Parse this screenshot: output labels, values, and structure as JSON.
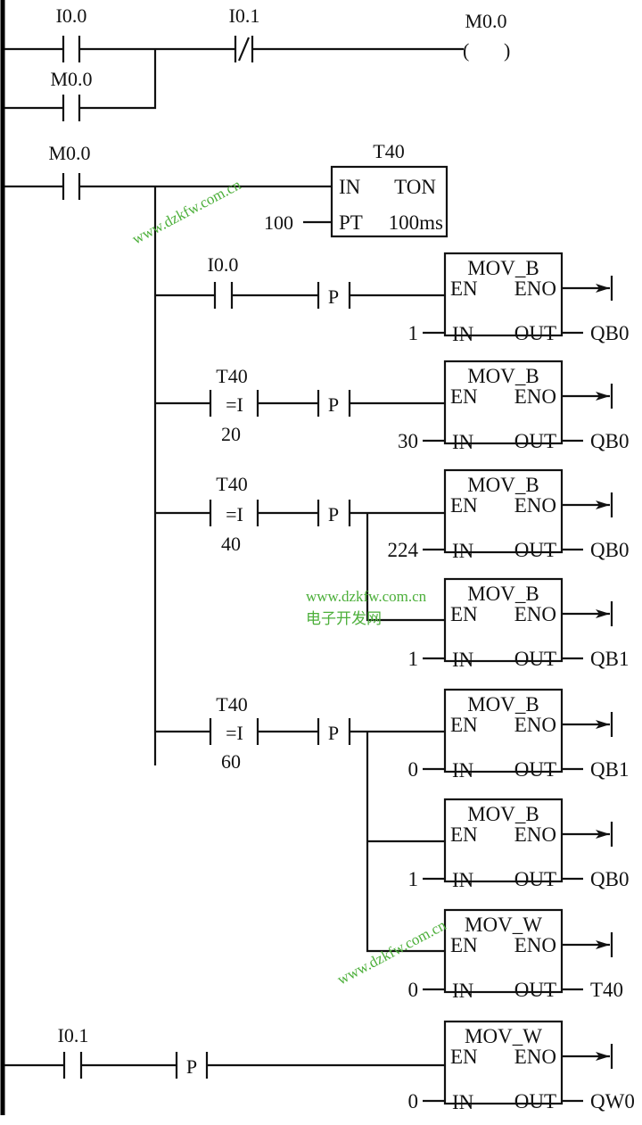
{
  "diagram": {
    "type": "PLC ladder diagram",
    "networks": [
      {
        "id": 1,
        "contacts": [
          {
            "kind": "NO",
            "address": "I0.0",
            "branch": "main"
          },
          {
            "kind": "NO",
            "address": "M0.0",
            "branch": "parallel"
          },
          {
            "kind": "NC",
            "address": "I0.1",
            "branch": "series"
          }
        ],
        "coil": {
          "address": "M0.0",
          "symbol": "(   )"
        }
      },
      {
        "id": 2,
        "input_contact": {
          "kind": "NO",
          "address": "M0.0"
        },
        "timer": {
          "name": "T40",
          "type": "TON",
          "in_pin": "IN",
          "pt_pin": "PT",
          "resolution": "100ms",
          "preset": "100"
        },
        "branches": [
          {
            "condition": {
              "kind": "NO",
              "address": "I0.0"
            },
            "edge": "P",
            "blocks": [
              {
                "title": "MOV_B",
                "en": "EN",
                "eno": "ENO",
                "in_pin": "IN",
                "out_pin": "OUT",
                "in_value": "1",
                "out_value": "QB0"
              }
            ]
          },
          {
            "condition": {
              "kind": "compare",
              "operand": "T40",
              "operator": "=I",
              "value": "20"
            },
            "edge": "P",
            "blocks": [
              {
                "title": "MOV_B",
                "en": "EN",
                "eno": "ENO",
                "in_pin": "IN",
                "out_pin": "OUT",
                "in_value": "30",
                "out_value": "QB0"
              }
            ]
          },
          {
            "condition": {
              "kind": "compare",
              "operand": "T40",
              "operator": "=I",
              "value": "40"
            },
            "edge": "P",
            "blocks": [
              {
                "title": "MOV_B",
                "en": "EN",
                "eno": "ENO",
                "in_pin": "IN",
                "out_pin": "OUT",
                "in_value": "224",
                "out_value": "QB0"
              },
              {
                "title": "MOV_B",
                "en": "EN",
                "eno": "ENO",
                "in_pin": "IN",
                "out_pin": "OUT",
                "in_value": "1",
                "out_value": "QB1"
              }
            ]
          },
          {
            "condition": {
              "kind": "compare",
              "operand": "T40",
              "operator": "=I",
              "value": "60"
            },
            "edge": "P",
            "blocks": [
              {
                "title": "MOV_B",
                "en": "EN",
                "eno": "ENO",
                "in_pin": "IN",
                "out_pin": "OUT",
                "in_value": "0",
                "out_value": "QB1"
              },
              {
                "title": "MOV_B",
                "en": "EN",
                "eno": "ENO",
                "in_pin": "IN",
                "out_pin": "OUT",
                "in_value": "1",
                "out_value": "QB0"
              },
              {
                "title": "MOV_W",
                "en": "EN",
                "eno": "ENO",
                "in_pin": "IN",
                "out_pin": "OUT",
                "in_value": "0",
                "out_value": "T40"
              }
            ]
          }
        ]
      },
      {
        "id": 3,
        "input_contact": {
          "kind": "NO",
          "address": "I0.1"
        },
        "edge": "P",
        "blocks": [
          {
            "title": "MOV_W",
            "en": "EN",
            "eno": "ENO",
            "in_pin": "IN",
            "out_pin": "OUT",
            "in_value": "0",
            "out_value": "QW0"
          }
        ]
      }
    ]
  },
  "watermarks": {
    "url": "www.dzkfw.com.cn",
    "site_name": "电子开发网",
    "color": "#4caf3a"
  }
}
